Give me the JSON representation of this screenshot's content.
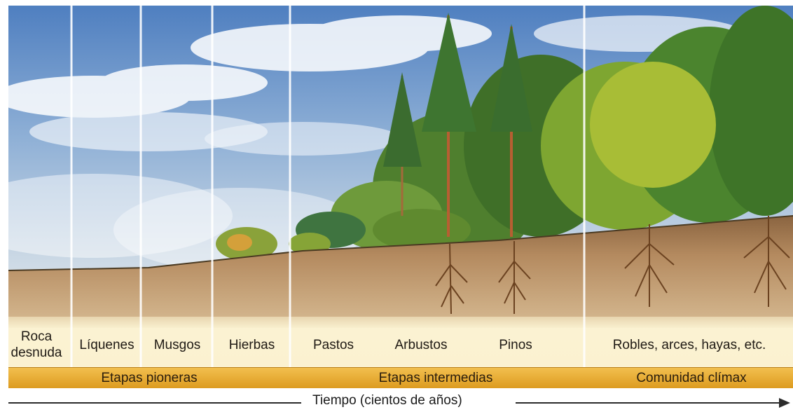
{
  "stages": [
    {
      "id": "roca-desnuda",
      "label": "Roca\ndesnuda"
    },
    {
      "id": "liquenes",
      "label": "Líquenes"
    },
    {
      "id": "musgos",
      "label": "Musgos"
    },
    {
      "id": "hierbas",
      "label": "Hierbas"
    },
    {
      "id": "pastos",
      "label": "Pastos"
    },
    {
      "id": "arbustos",
      "label": "Arbustos"
    },
    {
      "id": "pinos",
      "label": "Pinos"
    },
    {
      "id": "robles",
      "label": "Robles, arces, hayas, etc."
    }
  ],
  "phases": [
    {
      "id": "pioneras",
      "label": "Etapas pioneras"
    },
    {
      "id": "intermedias",
      "label": "Etapas intermedias"
    },
    {
      "id": "climax",
      "label": "Comunidad clímax"
    }
  ],
  "time_axis": {
    "label": "Tiempo (cientos de años)"
  },
  "colors": {
    "sky_top": "#5a86c4",
    "sky_bottom": "#c9d8e6",
    "soil": "#b3845a",
    "phase_band": "#e7a93a",
    "label_band": "#fbf1d0"
  }
}
